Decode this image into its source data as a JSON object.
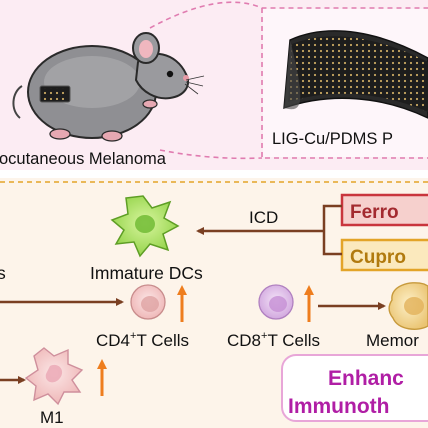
{
  "top_panel": {
    "caption_left": "ocutaneous Melanoma",
    "caption_right": "LIG-Cu/PDMS P",
    "device_chip_icon": "mesh-patch-icon"
  },
  "mechanism": {
    "icd_label": "ICD",
    "ferro_label": "Ferro",
    "cupro_label": "Cupro",
    "immature_label": "Immature DCs",
    "left_fragment": "s",
    "cd4_label_pre": "CD4",
    "cd4_label_sup": "+",
    "cd4_label_post": "T Cells",
    "cd8_label_pre": "CD8",
    "cd8_label_sup": "+",
    "cd8_label_post": "T Cells",
    "memory_label": "Memor",
    "m1_label": "M1",
    "enhanced_line1": "Enhanc",
    "enhanced_line2": "Immunoth"
  },
  "colors": {
    "top_bg": "#fcecf3",
    "bottom_bg": "#fdf4ea",
    "dashed": "#e07cb0",
    "ferro_border": "#c9353d",
    "ferro_fill": "#f6d0cd",
    "ferro_text": "#a32a2f",
    "cupro_border": "#e3a428",
    "cupro_fill": "#fbe9bd",
    "cupro_text": "#b17a0e",
    "arrow_brown": "#7a3f22",
    "up_arrow": "#ee7d1e",
    "enhanced_text": "#b01ea5",
    "dc_green": "#9ddc4f",
    "cd4_pink": "#f3c8c8",
    "cd8_purple": "#dcbbe6",
    "memory_yellow": "#f3d78c"
  }
}
